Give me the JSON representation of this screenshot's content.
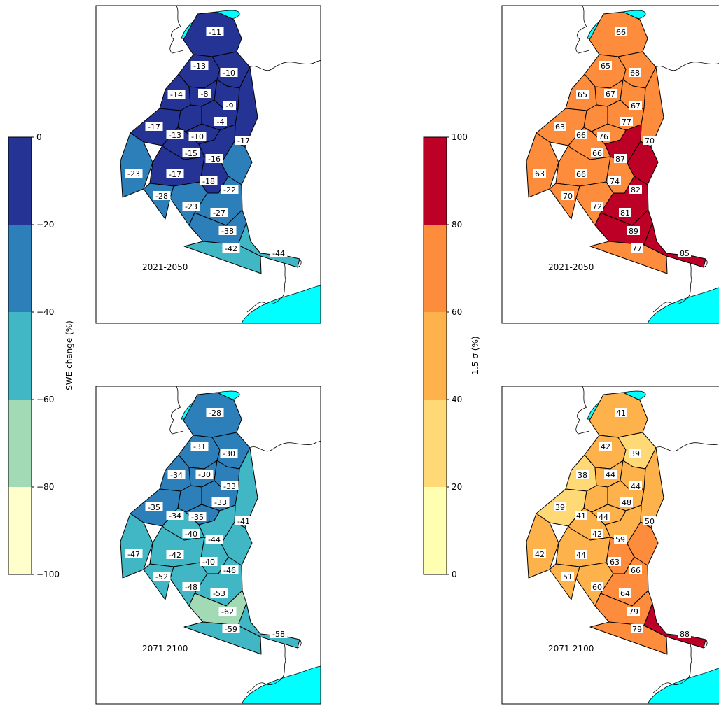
{
  "colorbars": [
    {
      "id": "swe",
      "label": "SWE change (%)",
      "ticks": [
        "0",
        "−20",
        "−40",
        "−60",
        "−80",
        "−100"
      ],
      "colors_top_to_bottom": [
        "#253494",
        "#2c7fb8",
        "#41b6c4",
        "#a1dab4",
        "#ffffcc"
      ]
    },
    {
      "id": "sigma",
      "label": "1.5 σ (%)",
      "ticks": [
        "100",
        "80",
        "60",
        "40",
        "20",
        "0"
      ],
      "colors_top_to_bottom": [
        "#bd0026",
        "#fd8d3c",
        "#feb24c",
        "#fed976",
        "#ffffb2"
      ]
    }
  ],
  "colors": {
    "water": "#00ffff",
    "outline": "#000000",
    "label_bg": "#ffffff"
  },
  "region_ids": [
    "r01",
    "r02",
    "r03",
    "r04",
    "r05",
    "r06",
    "r07",
    "r08",
    "r09",
    "r10",
    "r11",
    "r12",
    "r13",
    "r14",
    "r15",
    "r16",
    "r17",
    "r18",
    "r19",
    "r20",
    "r21",
    "r22",
    "r23"
  ],
  "panels": [
    {
      "id": "swe-2021-2050",
      "period": "2021-2050",
      "scale": "swe",
      "values": [
        -11,
        -13,
        -10,
        -14,
        -8,
        -9,
        -4,
        -17,
        -13,
        -10,
        -17,
        -15,
        -16,
        -23,
        -17,
        -18,
        -22,
        -28,
        -23,
        -27,
        -38,
        -42,
        -44
      ]
    },
    {
      "id": "sigma-2021-2050",
      "period": "2021-2050",
      "scale": "sigma",
      "values": [
        66,
        65,
        68,
        65,
        67,
        67,
        77,
        63,
        66,
        76,
        70,
        66,
        87,
        63,
        66,
        74,
        82,
        70,
        72,
        81,
        89,
        77,
        85
      ]
    },
    {
      "id": "swe-2071-2100",
      "period": "2071-2100",
      "scale": "swe",
      "values": [
        -28,
        -31,
        -30,
        -34,
        -30,
        -33,
        -33,
        -35,
        -34,
        -35,
        -41,
        -40,
        -44,
        -47,
        -42,
        -40,
        -46,
        -52,
        -48,
        -53,
        -62,
        -59,
        -58
      ]
    },
    {
      "id": "sigma-2071-2100",
      "period": "2071-2100",
      "scale": "sigma",
      "values": [
        41,
        42,
        39,
        38,
        44,
        44,
        48,
        39,
        41,
        44,
        50,
        42,
        59,
        42,
        44,
        63,
        66,
        51,
        60,
        64,
        79,
        79,
        88
      ]
    }
  ]
}
